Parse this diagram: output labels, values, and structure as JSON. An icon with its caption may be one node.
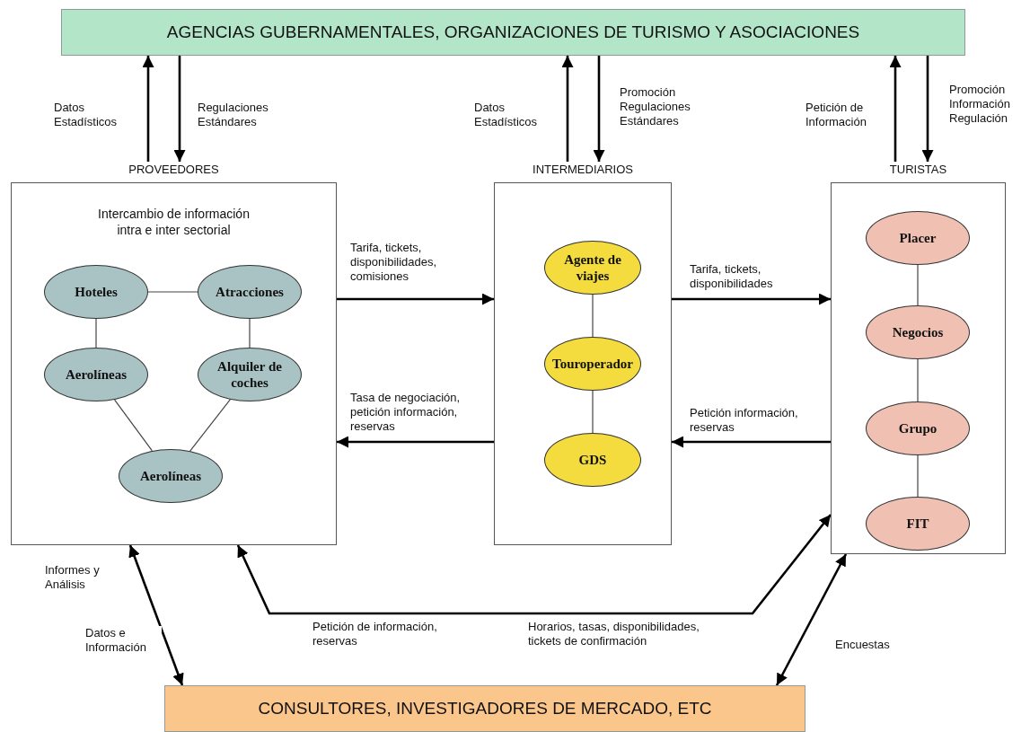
{
  "diagram": {
    "nodes": [
      {
        "text": [
          "AGENCIAS GUBERNAMENTALES, ORGANIZACIONES DE TURISMO Y ASOCIACIONES"
        ]
      },
      {
        "text": [
          "PROVEEDORES",
          "Intercambio de información intra e inter sectorial"
        ]
      },
      {
        "text": [
          "Hoteles"
        ],
        "in": 1
      },
      {
        "text": [
          "Atracciones"
        ],
        "in": 1
      },
      {
        "text": [
          "Aerolíneas"
        ],
        "in": 1
      },
      {
        "text": [
          "Alquiler de coches"
        ],
        "in": 1
      },
      {
        "text": [
          "Aerolíneas"
        ],
        "in": 1
      },
      {
        "text": [
          "INTERMEDIARIOS"
        ]
      },
      {
        "text": [
          "Agente de viajes"
        ],
        "in": 7
      },
      {
        "text": [
          "Touroperador"
        ],
        "in": 7
      },
      {
        "text": [
          "GDS"
        ],
        "in": 7
      },
      {
        "text": [
          "TURISTAS"
        ]
      },
      {
        "text": [
          "Placer"
        ],
        "in": 11
      },
      {
        "text": [
          "Negocios"
        ],
        "in": 11
      },
      {
        "text": [
          "Grupo"
        ],
        "in": 11
      },
      {
        "text": [
          "FIT"
        ],
        "in": 11
      },
      {
        "text": [
          "CONSULTORES, INVESTIGADORES DE MERCADO, ETC"
        ]
      }
    ],
    "edges": [
      {
        "from": 1,
        "to": 0,
        "arrow": "to",
        "label": "Datos Estadísticos"
      },
      {
        "from": 0,
        "to": 1,
        "arrow": "to",
        "label": "Regulaciones Estándares"
      },
      {
        "from": 7,
        "to": 0,
        "arrow": "to",
        "label": "Datos Estadísticos"
      },
      {
        "from": 0,
        "to": 7,
        "arrow": "to",
        "label": "Promoción Regulaciones Estándares"
      },
      {
        "from": 11,
        "to": 0,
        "arrow": "to",
        "label": "Petición de Información"
      },
      {
        "from": 0,
        "to": 11,
        "arrow": "to",
        "label": "Promoción Información Regulación"
      },
      {
        "from": 2,
        "to": 3,
        "arrow": "none"
      },
      {
        "from": 2,
        "to": 4,
        "arrow": "none"
      },
      {
        "from": 3,
        "to": 5,
        "arrow": "none"
      },
      {
        "from": 4,
        "to": 6,
        "arrow": "none"
      },
      {
        "from": 5,
        "to": 6,
        "arrow": "none"
      },
      {
        "from": 8,
        "to": 9,
        "arrow": "none"
      },
      {
        "from": 9,
        "to": 10,
        "arrow": "none"
      },
      {
        "from": 12,
        "to": 13,
        "arrow": "none"
      },
      {
        "from": 13,
        "to": 14,
        "arrow": "none"
      },
      {
        "from": 14,
        "to": 15,
        "arrow": "none"
      },
      {
        "from": 1,
        "to": 7,
        "arrow": "to",
        "label": "Tarifa, tickets, disponibilidades, comisiones"
      },
      {
        "from": 7,
        "to": 1,
        "arrow": "to",
        "label": "Tasa de negociación, petición información, reservas"
      },
      {
        "from": 7,
        "to": 11,
        "arrow": "to",
        "label": "Tarifa, tickets, disponibilidades"
      },
      {
        "from": 11,
        "to": 7,
        "arrow": "to",
        "label": "Petición información, reservas"
      },
      {
        "from": 11,
        "to": 1,
        "arrow": "both",
        "label": "Petición de información, reservas"
      },
      {
        "from": 16,
        "to": 1,
        "arrow": "both",
        "label": "Informes y Análisis"
      },
      {
        "from": 11,
        "to": 16,
        "arrow": "both",
        "label": "Encuestas"
      }
    ],
    "labels": [
      "Horarios, tasas, disponibilidades, tickets de confirmación",
      "Datos e Información"
    ]
  }
}
